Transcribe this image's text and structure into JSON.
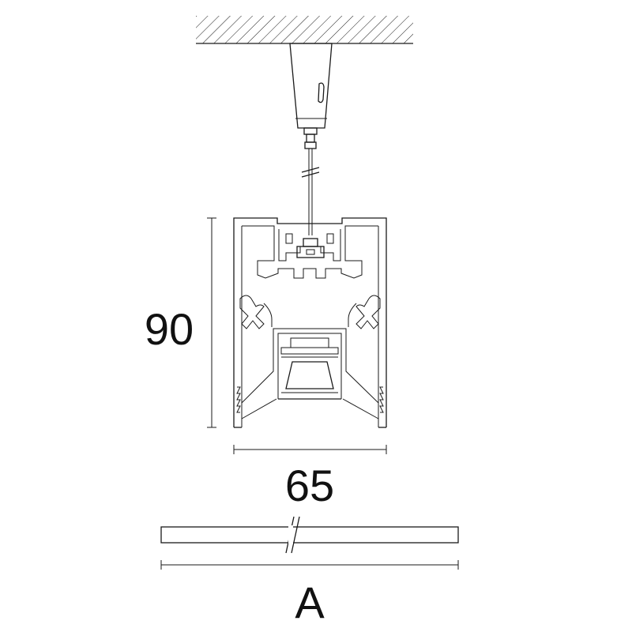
{
  "dimensions": {
    "height_label": "90",
    "width_label": "65",
    "length_label": "A"
  }
}
